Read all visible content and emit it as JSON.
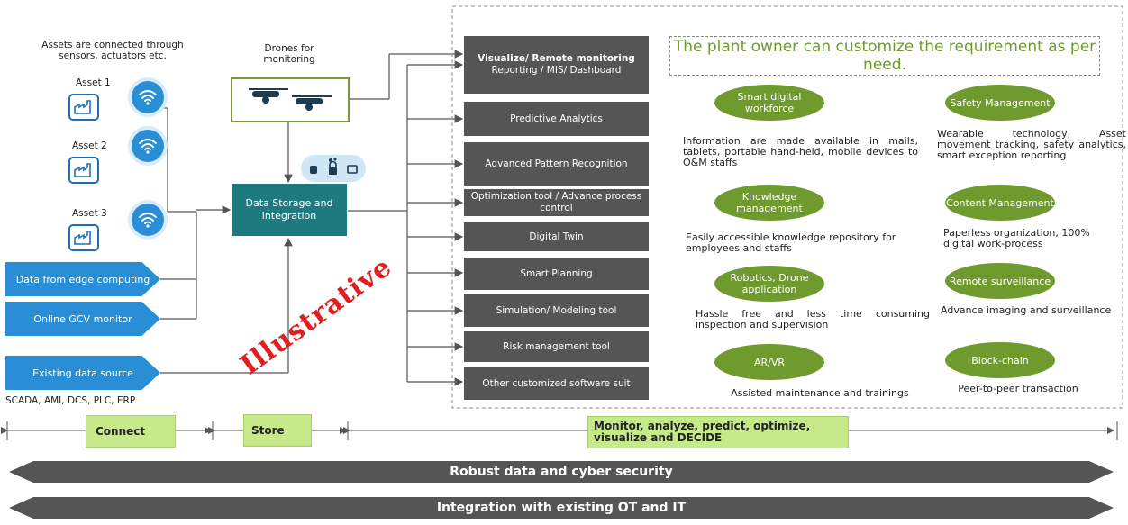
{
  "left": {
    "assets_caption": "Assets are connected through sensors, actuators etc.",
    "assets": [
      {
        "label": "Asset 1"
      },
      {
        "label": "Asset 2"
      },
      {
        "label": "Asset 3"
      }
    ],
    "sources": [
      {
        "label": "Data from edge computing"
      },
      {
        "label": "Online GCV monitor"
      },
      {
        "label": "Existing data source"
      }
    ],
    "sources_caption": "SCADA, AMI, DCS, PLC, ERP"
  },
  "middle": {
    "drones_caption": "Drones for monitoring",
    "storage_label": "Data Storage and integration",
    "watermark": "Illustrative"
  },
  "tools": [
    {
      "title": "Visualize/ Remote monitoring",
      "sub": "Reporting / MIS/ Dashboard"
    },
    {
      "title": "Predictive Analytics",
      "sub": ""
    },
    {
      "title": "Advanced Pattern Recognition",
      "sub": ""
    },
    {
      "title": "Optimization tool / Advance process control",
      "sub": ""
    },
    {
      "title": "Digital Twin",
      "sub": ""
    },
    {
      "title": "Smart Planning",
      "sub": ""
    },
    {
      "title": "Simulation/ Modeling tool",
      "sub": ""
    },
    {
      "title": "Risk management tool",
      "sub": ""
    },
    {
      "title": "Other customized software suit",
      "sub": ""
    }
  ],
  "right": {
    "headline": "The plant owner can customize  the requirement as per need.",
    "capabilities": [
      {
        "name": "Smart digital workforce",
        "desc": "Information are made available in mails, tablets, portable hand-held, mobile devices to O&M staffs"
      },
      {
        "name": "Safety Management",
        "desc": "Wearable technology, Asset movement tracking, safety analytics, smart exception reporting"
      },
      {
        "name": "Knowledge management",
        "desc": "Easily accessible knowledge repository for employees and staffs"
      },
      {
        "name": "Content Management",
        "desc": "Paperless organization, 100% digital work-process"
      },
      {
        "name": "Robotics, Drone application",
        "desc": "Hassle free and less time consuming inspection and supervision"
      },
      {
        "name": "Remote surveillance",
        "desc": "Advance imaging and surveillance"
      },
      {
        "name": "AR/VR",
        "desc": "Assisted maintenance and trainings"
      },
      {
        "name": "Block-chain",
        "desc": "Peer-to-peer transaction"
      }
    ]
  },
  "phases": [
    {
      "label": "Connect"
    },
    {
      "label": "Store"
    },
    {
      "label": "Monitor, analyze, predict, optimize, visualize and DECIDE"
    }
  ],
  "bands": [
    {
      "label": "Robust data and cyber security"
    },
    {
      "label": "Integration with existing OT and IT"
    }
  ],
  "colors": {
    "blue": "#2a8ed6",
    "teal": "#1f7a80",
    "gray": "#555555",
    "olive": "#6f9a2e",
    "light_green": "#c6ea8a",
    "drone_border": "#7a9a3a"
  }
}
